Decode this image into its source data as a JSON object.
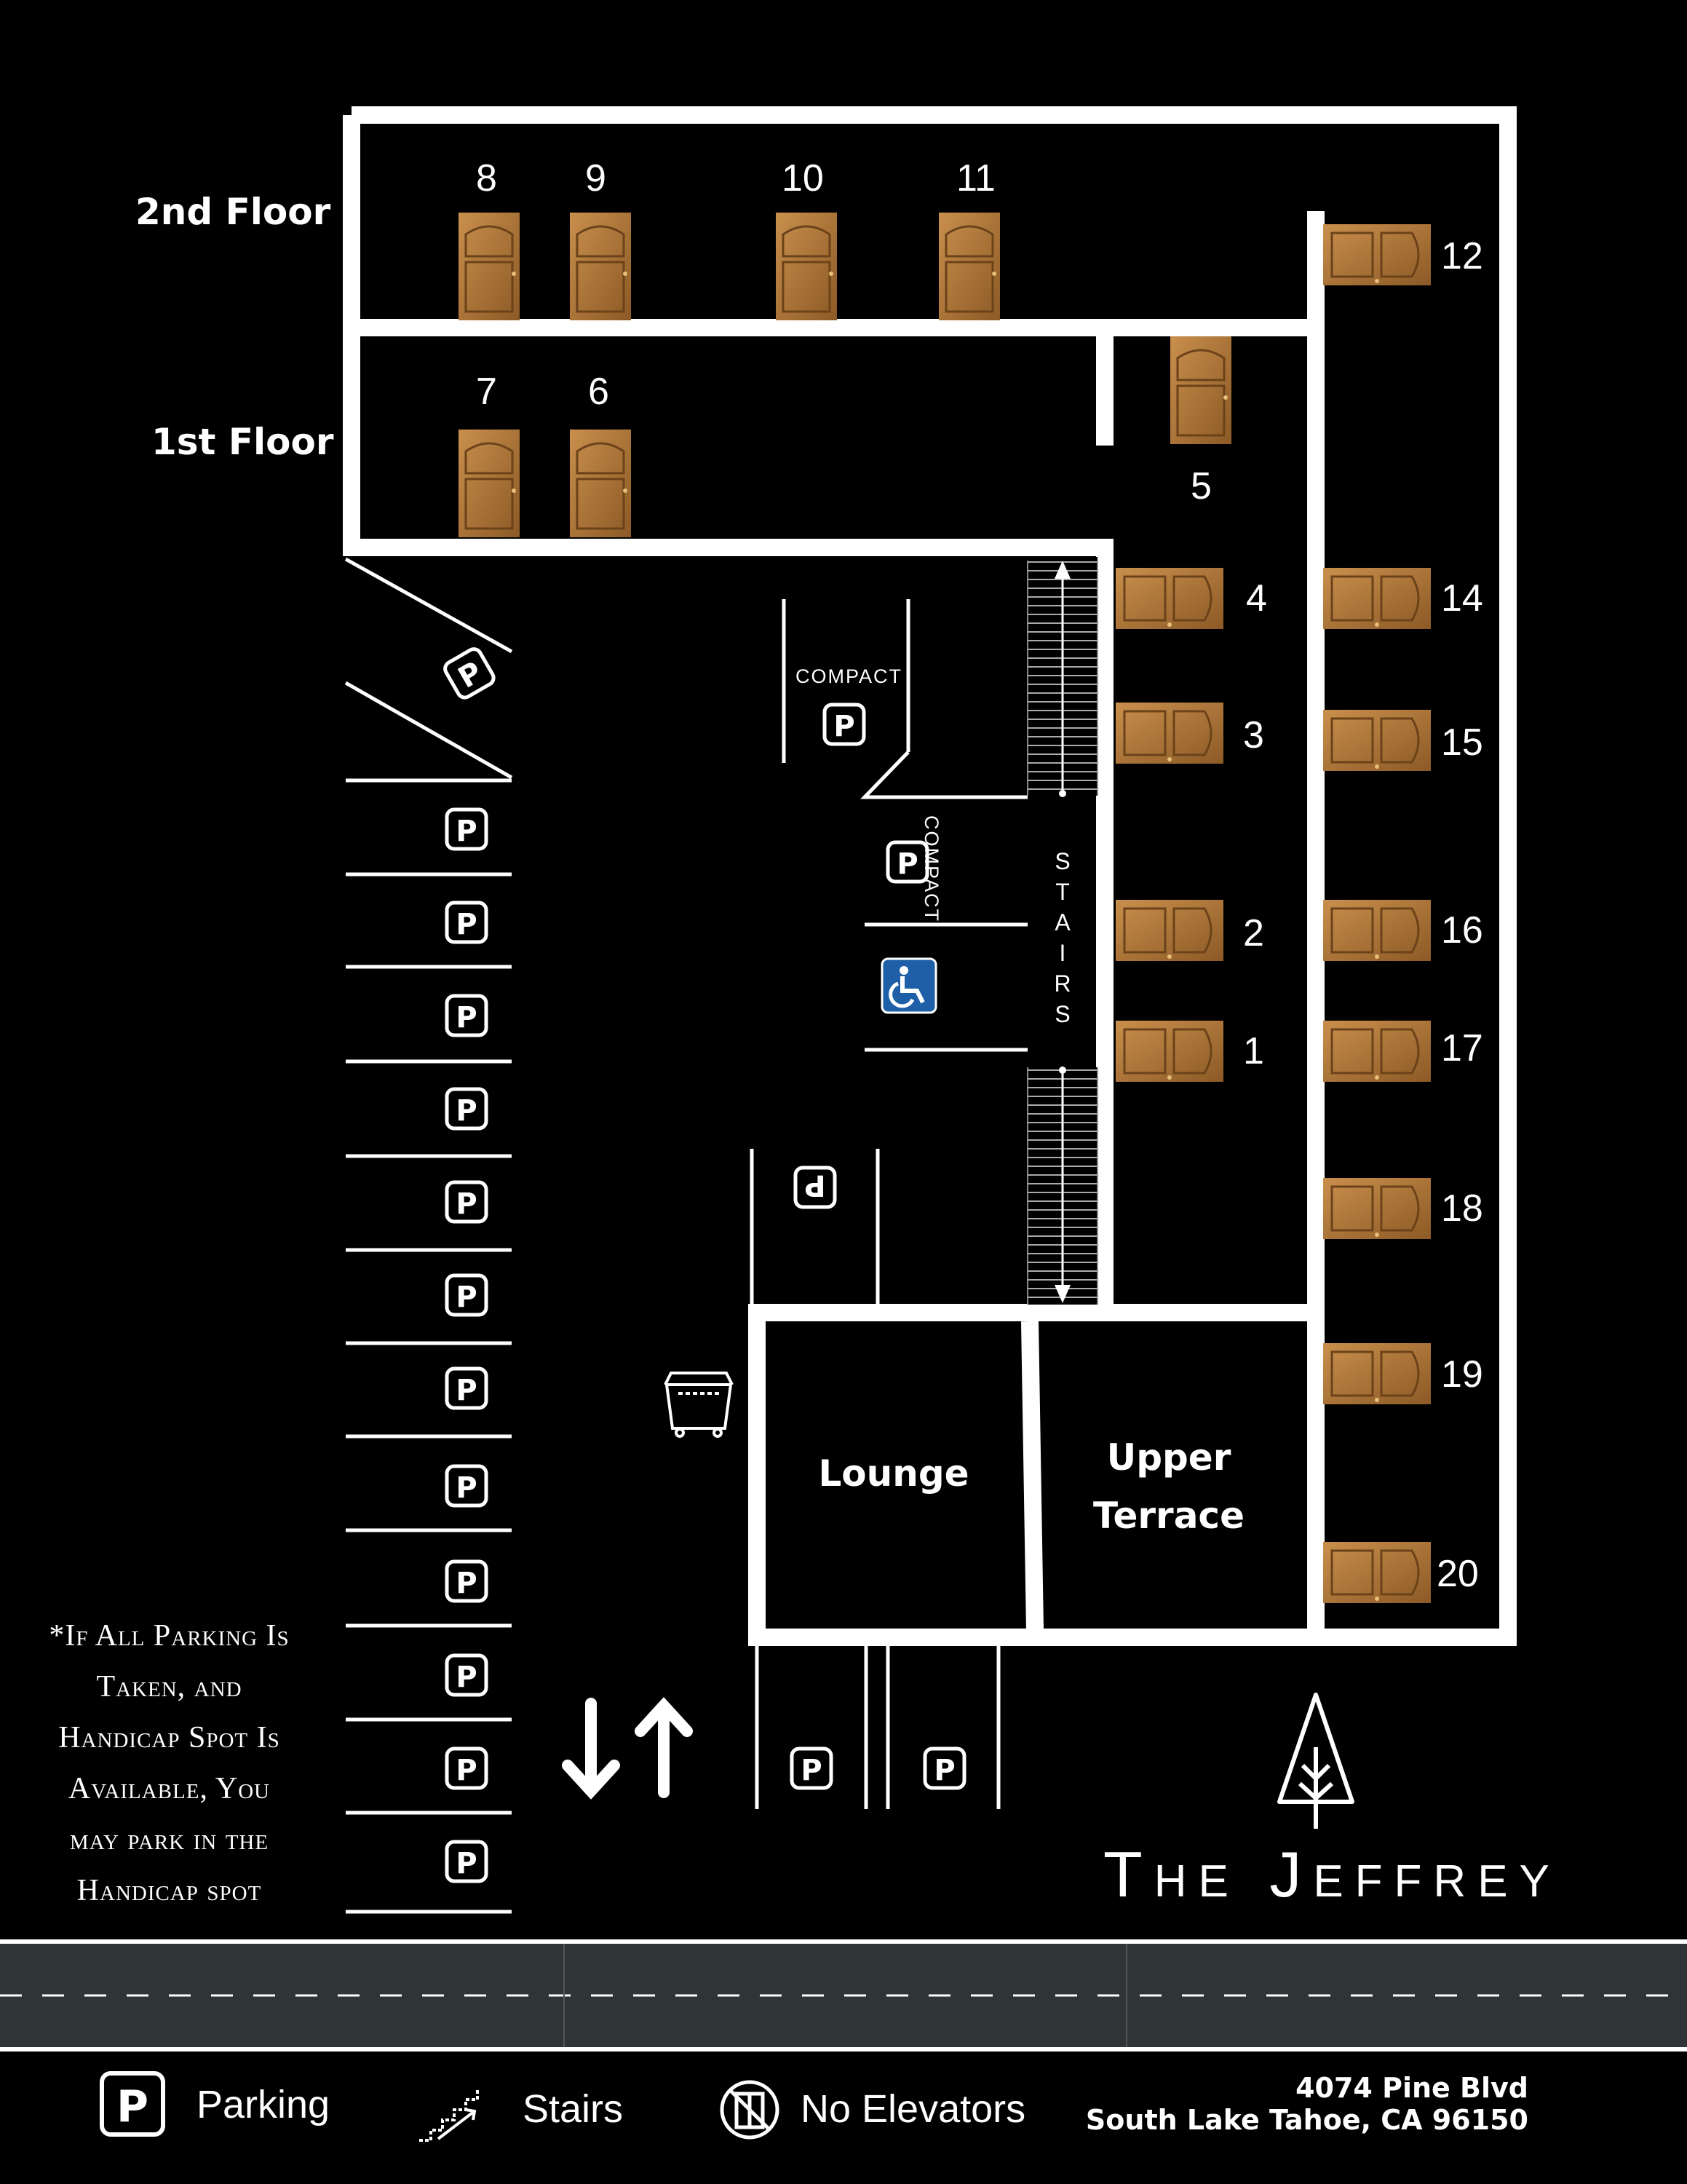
{
  "floors": {
    "second": "2nd Floor",
    "first": "1st Floor"
  },
  "units": {
    "u1": "1",
    "u2": "2",
    "u3": "3",
    "u4": "4",
    "u5": "5",
    "u6": "6",
    "u7": "7",
    "u8": "8",
    "u9": "9",
    "u10": "10",
    "u11": "11",
    "u12": "12",
    "u14": "14",
    "u15": "15",
    "u16": "16",
    "u17": "17",
    "u18": "18",
    "u19": "19",
    "u20": "20"
  },
  "rooms": {
    "lounge": "Lounge",
    "terrace_line1": "Upper",
    "terrace_line2": "Terrace"
  },
  "labels": {
    "compact": "COMPACT",
    "stairs": [
      "S",
      "T",
      "A",
      "I",
      "R",
      "S"
    ],
    "parking_symbol": "P"
  },
  "note": [
    "*If All Parking Is",
    "Taken, and",
    "Handicap Spot Is",
    "Available, You",
    "may park in the",
    "Handicap spot"
  ],
  "brand": "The Jeffrey",
  "legend": {
    "parking": "Parking",
    "stairs": "Stairs",
    "no_elevators": "No Elevators"
  },
  "address": {
    "line1": "4074 Pine Blvd",
    "line2": "South Lake Tahoe, CA 96150"
  },
  "colors": {
    "background": "#000000",
    "walls": "#ffffff",
    "door": "#b07a3c",
    "road": "#2f3436",
    "handicap": "#1e5fa8"
  },
  "icons": [
    "parking-icon",
    "handicap-icon",
    "dumpster-icon",
    "tree-logo-icon",
    "stairs-icon",
    "no-elevator-icon",
    "door-icon",
    "arrow-icon"
  ]
}
